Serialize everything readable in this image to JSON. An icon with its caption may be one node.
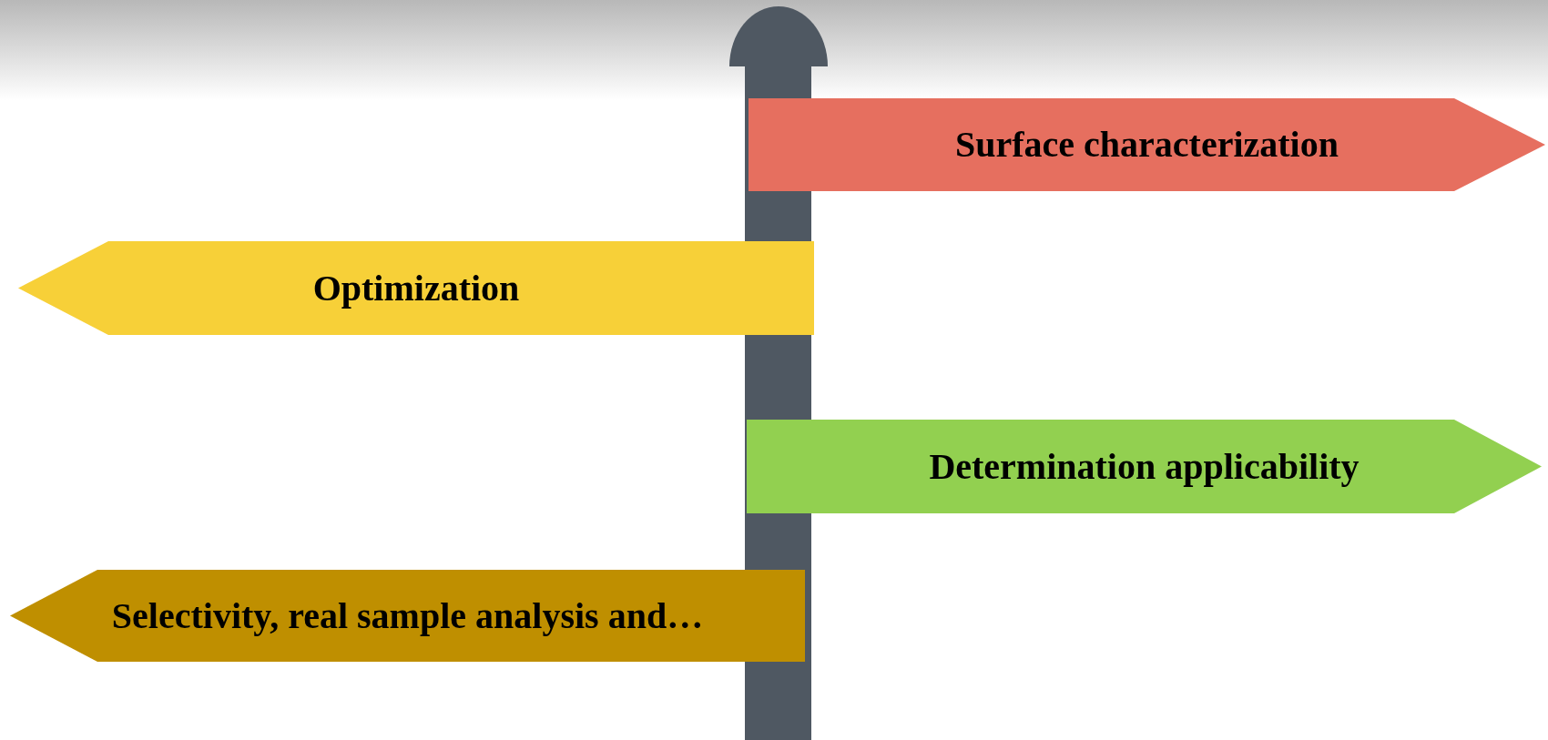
{
  "diagram": {
    "nodes": [
      {
        "text": [
          "Surface characterization"
        ]
      },
      {
        "text": [
          "Optimization"
        ]
      },
      {
        "text": [
          "Determination applicability"
        ]
      },
      {
        "text": [
          "Selectivity, real sample analysis and…"
        ]
      }
    ]
  }
}
